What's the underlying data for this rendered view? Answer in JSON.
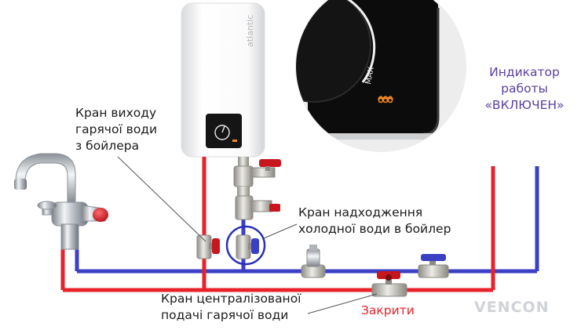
{
  "labels": {
    "boiler_outlet_valve": "Кран виходу\nгарячої води\nз бойлера",
    "cold_inlet_valve": "Кран надходження\nхолодної води в бойлер",
    "central_hot_valve": "Кран централізованої\nподачі гарячої води",
    "close_action": "Закрити",
    "indicator": "Индикатор\nработы\n«ВКЛЮЧЕН»"
  },
  "boiler": {
    "brand": "atlantic",
    "dial_max": "MAX"
  },
  "watermark": "VENCON",
  "colors": {
    "hot_pipe": "#e8222a",
    "cold_pipe": "#3b3fc4",
    "highlight_circle": "#2a2fb5",
    "indicator_text": "#5b3fa0",
    "close_text": "#e8222a"
  }
}
